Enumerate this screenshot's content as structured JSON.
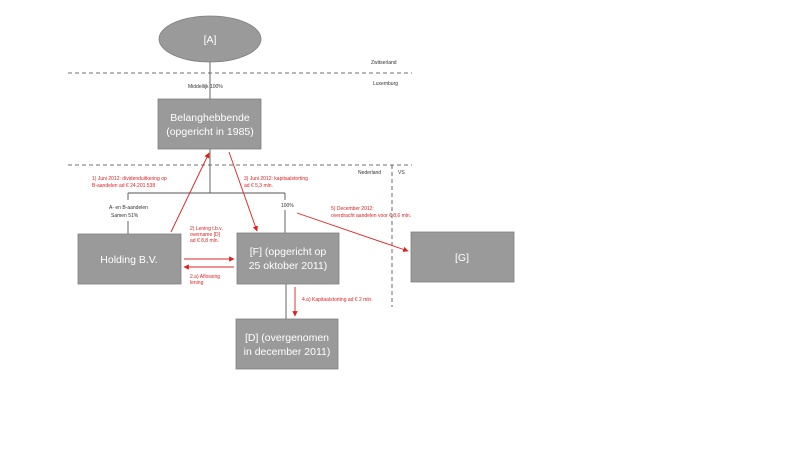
{
  "colors": {
    "box_fill": "#9a9a9a",
    "box_stroke": "#7f7f7f",
    "box_text": "#ffffff",
    "line": "#555555",
    "arrow": "#e02020",
    "dashed": "#444444"
  },
  "entities": {
    "a": {
      "label": "[A]"
    },
    "belang": {
      "line1": "Belanghebbende",
      "line2": "(opgericht in 1985)"
    },
    "holding": {
      "label": "Holding B.V."
    },
    "f": {
      "line1": "[F] (opgericht op",
      "line2": "25 oktober 2011)"
    },
    "d": {
      "line1": "[D] (overgenomen",
      "line2": "in december 2011)"
    },
    "g": {
      "label": "[G]"
    }
  },
  "borders": {
    "zwitserland": "Zwitserland",
    "luxemburg": "Luxemburg",
    "nederland": "Nederland",
    "vs": "VS"
  },
  "ownership": {
    "a_to_belang": "Middellijk 100%",
    "holding_line1": "A- en B-aandelen",
    "holding_line2": "Samen 51%",
    "f_pct": "100%"
  },
  "flows": {
    "f1_line1": "1) Juni 2012: dividenduitkering op",
    "f1_line2": "B-aandelen ad € 24.201.538",
    "f3_line1": "3) Juni 2012: kapitaalstorting",
    "f3_line2": "ad € 5,3 mln.",
    "f2_line1": "2) Lening t.b.v.",
    "f2_line2": "overname [D]",
    "f2_line3": "ad € 8,8 mln.",
    "f2a_line1": "2.a) Aflossing",
    "f2a_line2": "lening",
    "f4_label": "4.a) Kapitaalstorting ad € 2 mln.",
    "f5_line1": "5) December 2012:",
    "f5_line2": "overdracht aandelen voor € 8,6 mln."
  }
}
